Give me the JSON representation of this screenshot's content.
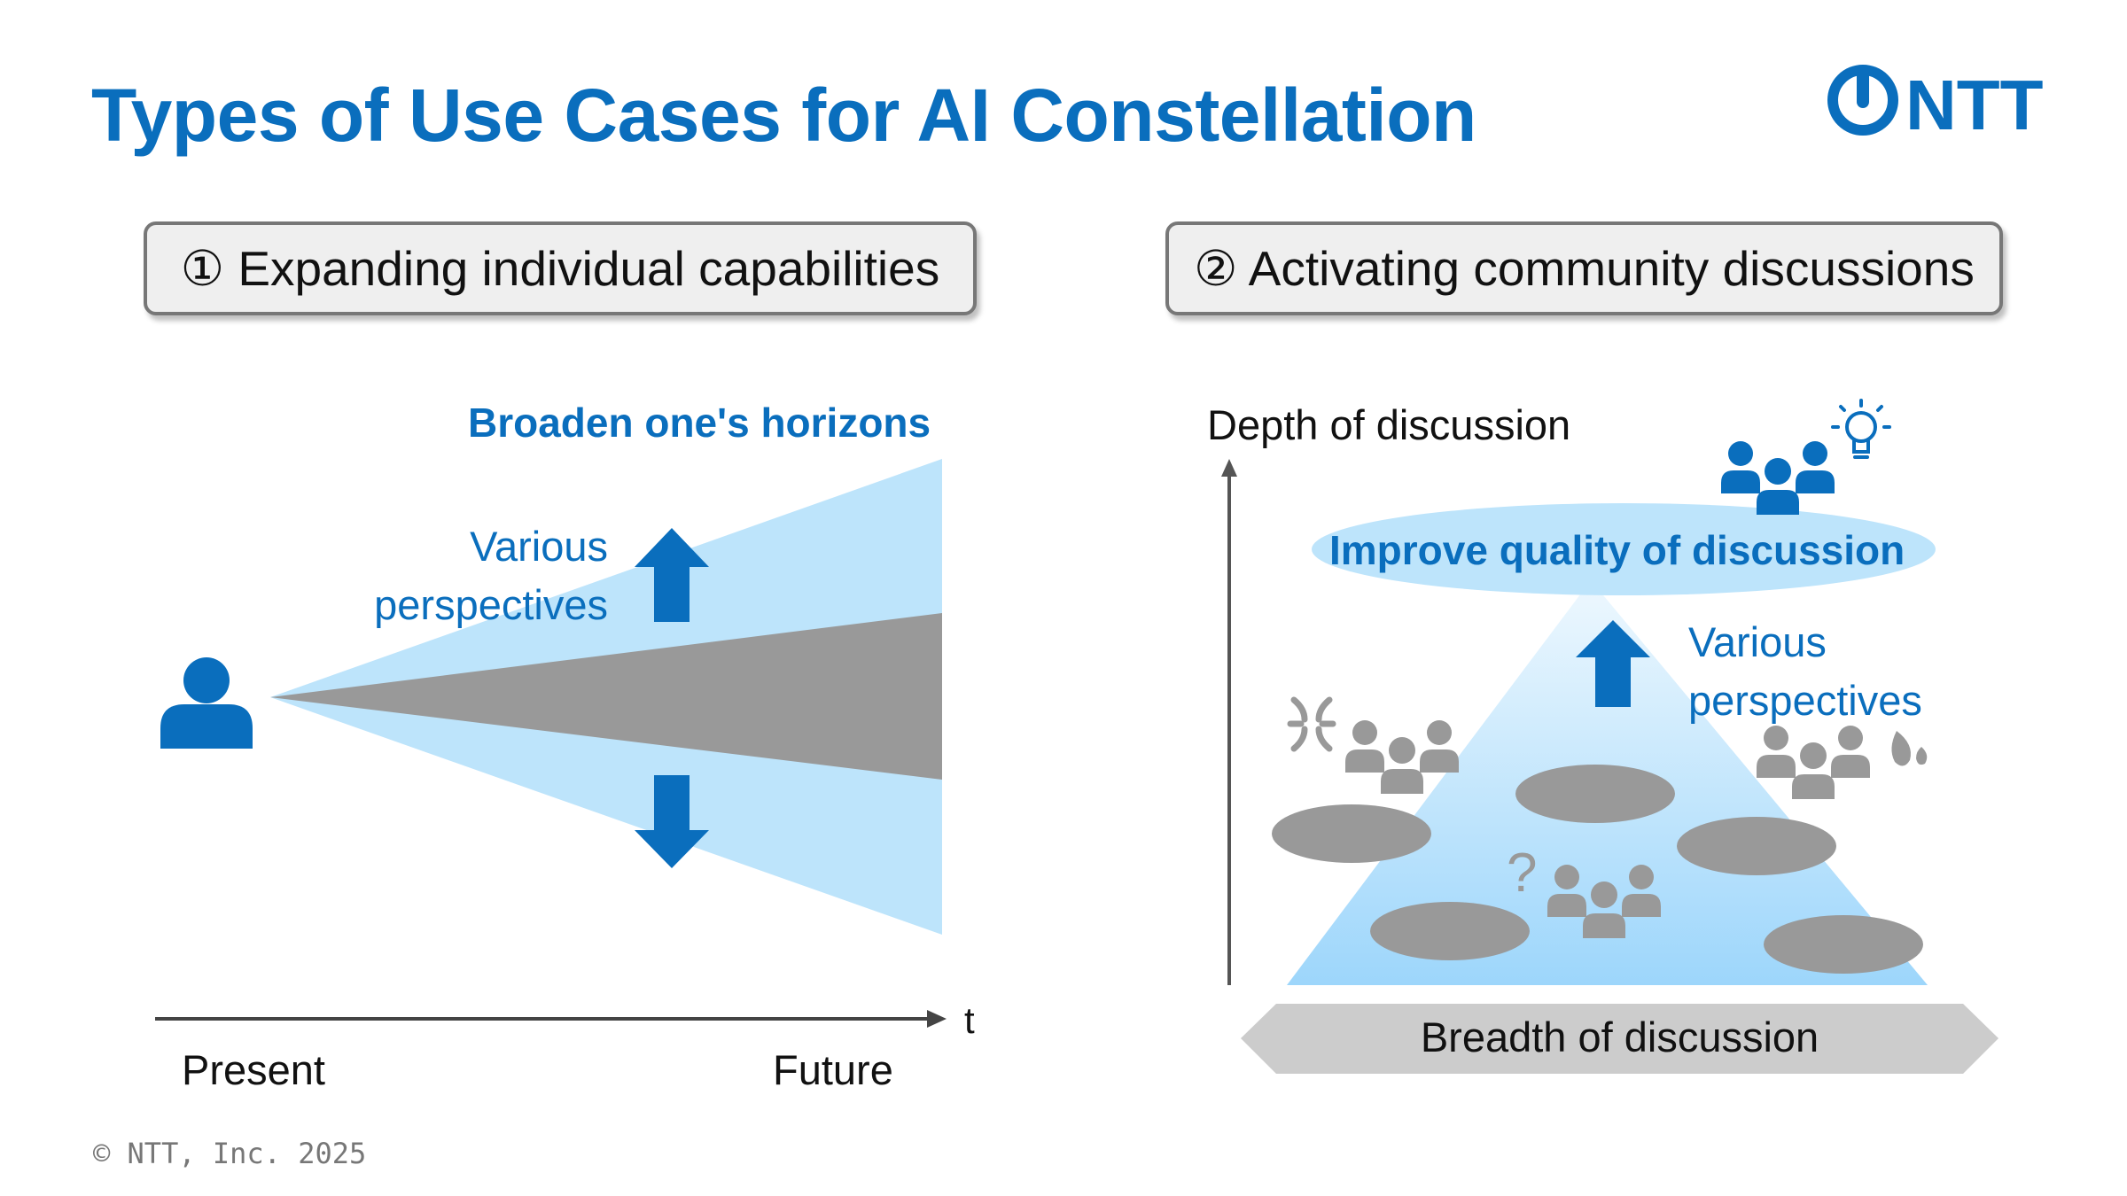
{
  "title": "Types of Use Cases for AI Constellation",
  "logo_text": "NTT",
  "colors": {
    "brand_blue": "#0a6ebd",
    "light_blue": "#bde4fb",
    "gray": "#999999",
    "ellipse_gray": "#999999"
  },
  "left_panel": {
    "heading": "① Expanding individual capabilities",
    "broaden_label": "Broaden one's horizons",
    "perspectives_line1": "Various",
    "perspectives_line2": "perspectives",
    "axis_t": "t",
    "present_label": "Present",
    "future_label": "Future"
  },
  "right_panel": {
    "heading": "② Activating community discussions",
    "depth_label": "Depth of discussion",
    "improve_label": "Improve quality of  discussion",
    "perspectives_line1": "Various",
    "perspectives_line2": "perspectives",
    "breadth_label": "Breadth of discussion",
    "question_mark": "?"
  },
  "footer": {
    "copyright": "© NTT, Inc.  2025"
  }
}
